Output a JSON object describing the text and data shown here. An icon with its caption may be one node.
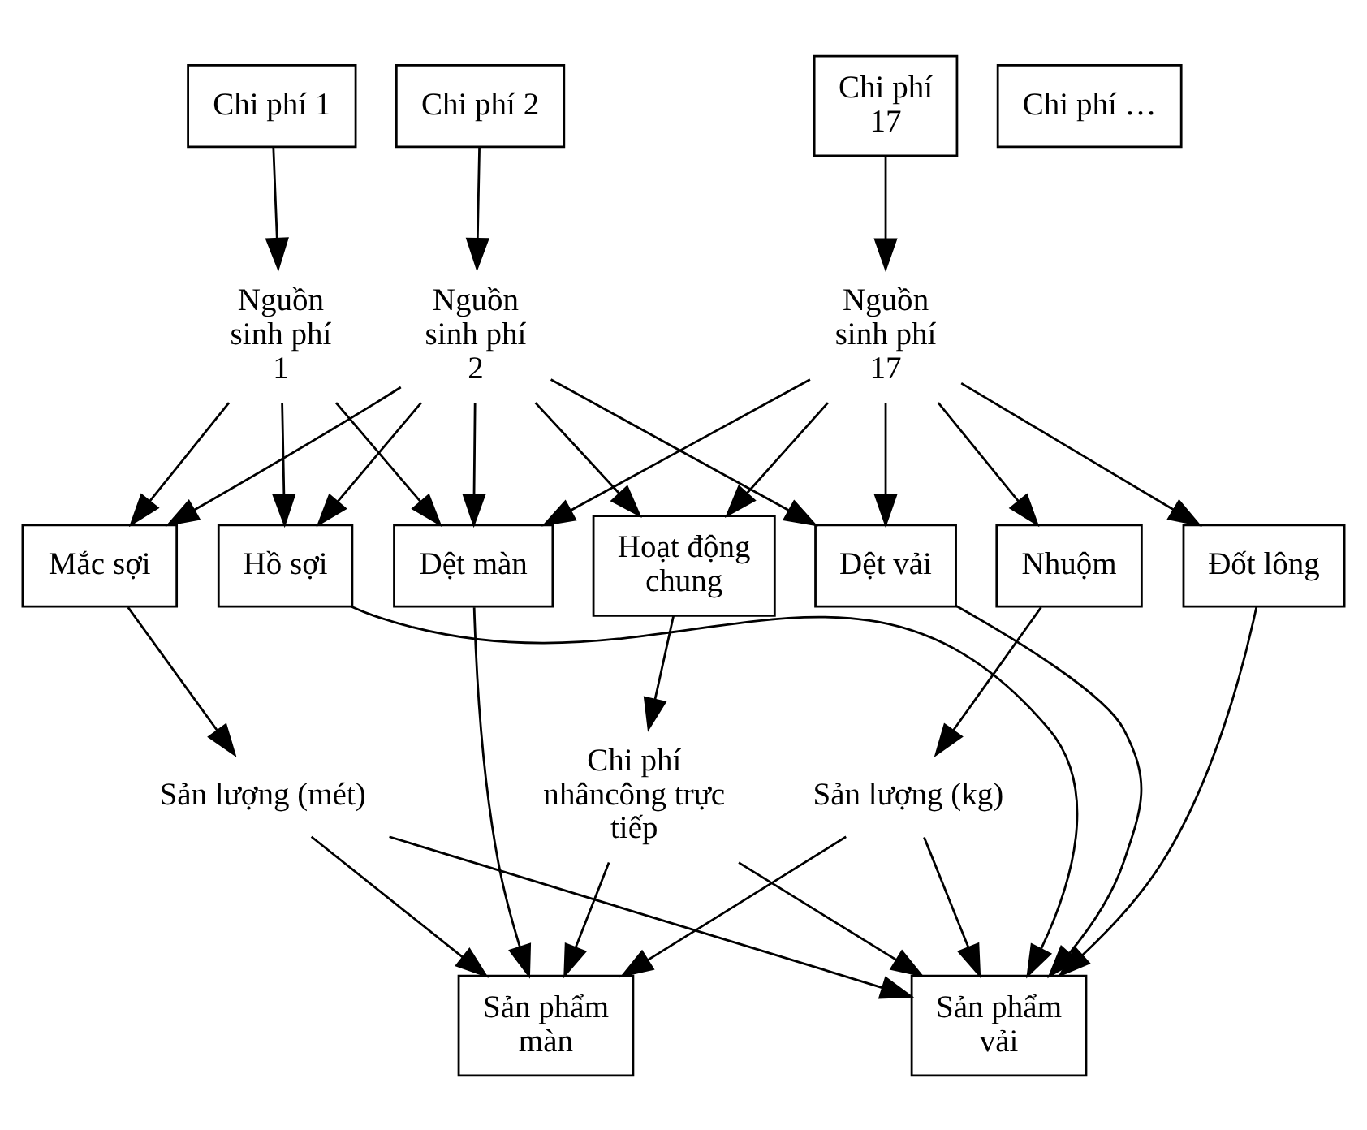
{
  "diagram": {
    "nodes": [
      {
        "text": [
          "Chi phí 1"
        ]
      },
      {
        "text": [
          "Chi phí 2"
        ]
      },
      {
        "text": [
          "Chi phí …"
        ]
      },
      {
        "text": [
          "Chi phí 17"
        ]
      },
      {
        "text": [
          "Nguồn sinh phí 1"
        ]
      },
      {
        "text": [
          "Nguồn sinh phí 2"
        ]
      },
      {
        "text": [
          "Nguồn sinh phí 17"
        ]
      },
      {
        "text": [
          "Mắc sợi"
        ]
      },
      {
        "text": [
          "Hồ sợi"
        ]
      },
      {
        "text": [
          "Dệt vải"
        ]
      },
      {
        "text": [
          "Dệt màn"
        ]
      },
      {
        "text": [
          "Đốt lông"
        ]
      },
      {
        "text": [
          "Nhuộm"
        ]
      },
      {
        "text": [
          "Hoạt động chung"
        ]
      },
      {
        "text": [
          "Sản lượng (mét)"
        ]
      },
      {
        "text": [
          "Sản lượng (kg)"
        ]
      },
      {
        "text": [
          "Chi phí nhâncông trực tiếp"
        ]
      },
      {
        "text": [
          "Sản phẩm vải"
        ]
      },
      {
        "text": [
          "Sản phẩm màn"
        ]
      }
    ],
    "edges": [
      {
        "from": 0,
        "to": 4,
        "arrow": "to"
      },
      {
        "from": 1,
        "to": 5,
        "arrow": "to"
      },
      {
        "from": 3,
        "to": 6,
        "arrow": "to"
      },
      {
        "from": 4,
        "to": 7,
        "arrow": "to"
      },
      {
        "from": 4,
        "to": 8,
        "arrow": "to"
      },
      {
        "from": 4,
        "to": 10,
        "arrow": "to"
      },
      {
        "from": 5,
        "to": 7,
        "arrow": "to"
      },
      {
        "from": 5,
        "to": 8,
        "arrow": "to"
      },
      {
        "from": 5,
        "to": 9,
        "arrow": "to"
      },
      {
        "from": 5,
        "to": 10,
        "arrow": "to"
      },
      {
        "from": 5,
        "to": 13,
        "arrow": "to"
      },
      {
        "from": 6,
        "to": 9,
        "arrow": "to"
      },
      {
        "from": 6,
        "to": 10,
        "arrow": "to"
      },
      {
        "from": 6,
        "to": 11,
        "arrow": "to"
      },
      {
        "from": 6,
        "to": 12,
        "arrow": "to"
      },
      {
        "from": 6,
        "to": 13,
        "arrow": "to"
      },
      {
        "from": 7,
        "to": 14,
        "arrow": "to"
      },
      {
        "from": 12,
        "to": 15,
        "arrow": "to"
      },
      {
        "from": 13,
        "to": 16,
        "arrow": "to"
      },
      {
        "from": 14,
        "to": 17,
        "arrow": "to"
      },
      {
        "from": 14,
        "to": 18,
        "arrow": "to"
      },
      {
        "from": 8,
        "to": 17,
        "arrow": "to"
      },
      {
        "from": 9,
        "to": 17,
        "arrow": "to"
      },
      {
        "from": 10,
        "to": 18,
        "arrow": "to"
      },
      {
        "from": 11,
        "to": 17,
        "arrow": "to"
      },
      {
        "from": 15,
        "to": 17,
        "arrow": "to"
      },
      {
        "from": 15,
        "to": 18,
        "arrow": "to"
      },
      {
        "from": 16,
        "to": 17,
        "arrow": "to"
      },
      {
        "from": 16,
        "to": 18,
        "arrow": "to"
      }
    ]
  }
}
